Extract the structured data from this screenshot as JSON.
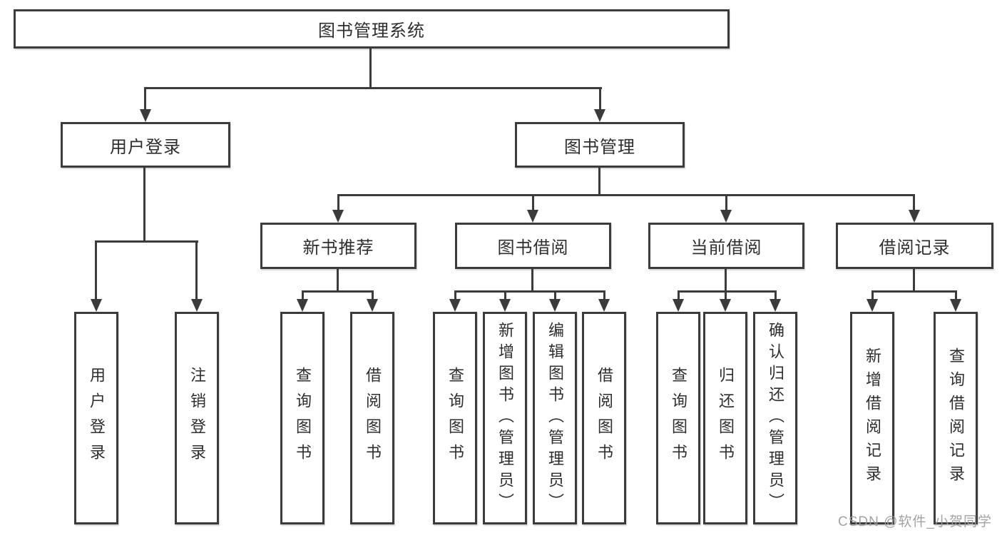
{
  "colors": {
    "background": "#ffffff",
    "line": "#3b3b3b",
    "text": "#2e2e2e",
    "watermark": "#9b9b9b"
  },
  "watermark": "CSDN @软件_小贺同学",
  "diagram": {
    "root": "图书管理系统",
    "branches": [
      {
        "label": "用户登录",
        "children": [
          "用户登录",
          "注销登录"
        ]
      },
      {
        "label": "图书管理",
        "children": [
          {
            "label": "新书推荐",
            "children": [
              "查询图书",
              "借阅图书"
            ]
          },
          {
            "label": "图书借阅",
            "children": [
              "查询图书",
              "新增图书（管理员）",
              "编辑图书（管理员）",
              "借阅图书"
            ]
          },
          {
            "label": "当前借阅",
            "children": [
              "查询图书",
              "归还图书",
              "确认归还（管理员）"
            ]
          },
          {
            "label": "借阅记录",
            "children": [
              "新增借阅记录",
              "查询借阅记录"
            ]
          }
        ]
      }
    ]
  }
}
